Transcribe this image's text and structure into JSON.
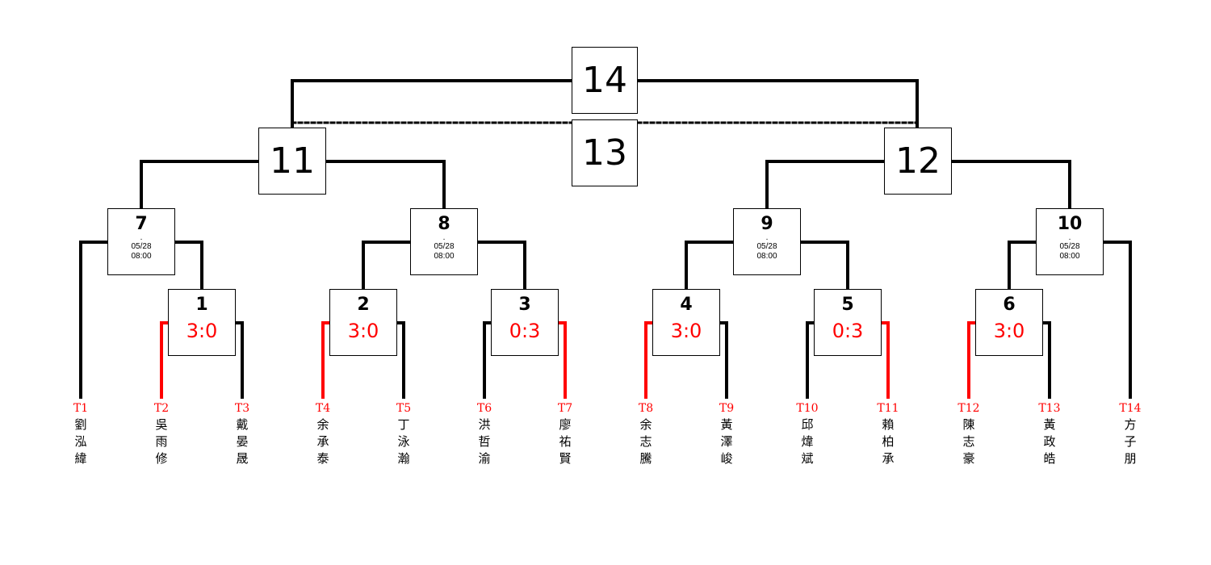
{
  "colors": {
    "line": "#000000",
    "winner": "#ff0000",
    "score": "#ff0000",
    "label": "#ff0000"
  },
  "matches": {
    "m1": {
      "number": "1",
      "score": "3:0"
    },
    "m2": {
      "number": "2",
      "score": "3:0"
    },
    "m3": {
      "number": "3",
      "score": "0:3"
    },
    "m4": {
      "number": "4",
      "score": "3:0"
    },
    "m5": {
      "number": "5",
      "score": "0:3"
    },
    "m6": {
      "number": "6",
      "score": "3:0"
    },
    "m7": {
      "number": "7",
      "dot": ".",
      "date": "05/28",
      "time": "08:00"
    },
    "m8": {
      "number": "8",
      "dot": ".",
      "date": "05/28",
      "time": "08:00"
    },
    "m9": {
      "number": "9",
      "dot": ".",
      "date": "05/28",
      "time": "08:00"
    },
    "m10": {
      "number": "10",
      "dot": ".",
      "date": "05/28",
      "time": "08:00"
    },
    "m11": {
      "number": "11"
    },
    "m12": {
      "number": "12"
    },
    "m13": {
      "number": "13"
    },
    "m14": {
      "number": "14"
    }
  },
  "teams": [
    {
      "label": "T1",
      "name": "劉泓緯"
    },
    {
      "label": "T2",
      "name": "吳雨修"
    },
    {
      "label": "T3",
      "name": "戴晏晟"
    },
    {
      "label": "T4",
      "name": "余承泰"
    },
    {
      "label": "T5",
      "name": "丁泳瀚"
    },
    {
      "label": "T6",
      "name": "洪哲渝"
    },
    {
      "label": "T7",
      "name": "廖祐賢"
    },
    {
      "label": "T8",
      "name": "余志騰"
    },
    {
      "label": "T9",
      "name": "黃澤峻"
    },
    {
      "label": "T10",
      "name": "邱煒斌"
    },
    {
      "label": "T11",
      "name": "賴柏承"
    },
    {
      "label": "T12",
      "name": "陳志豪"
    },
    {
      "label": "T13",
      "name": "黃政皓"
    },
    {
      "label": "T14",
      "name": "方子朋"
    }
  ]
}
